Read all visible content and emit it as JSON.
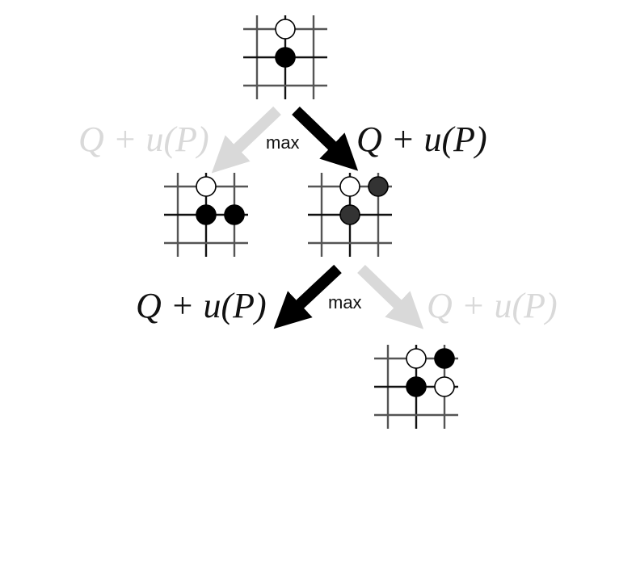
{
  "labels": {
    "formula": "Q + u(P)",
    "max": "max"
  },
  "colors": {
    "selected": "#000000",
    "unselected": "#d9d9d9",
    "grid_dark": "#111111",
    "grid_mid": "#555555",
    "stone_black": "#000000",
    "stone_dark": "#333333",
    "stone_white": "#ffffff"
  },
  "tree": {
    "root": {
      "stones": [
        {
          "col": 1,
          "row": 0,
          "color": "white"
        },
        {
          "col": 1,
          "row": 1,
          "color": "black"
        }
      ]
    },
    "level1": [
      {
        "selected": false,
        "stones": [
          {
            "col": 1,
            "row": 0,
            "color": "white"
          },
          {
            "col": 1,
            "row": 1,
            "color": "black"
          },
          {
            "col": 2,
            "row": 1,
            "color": "black"
          }
        ]
      },
      {
        "selected": true,
        "stones": [
          {
            "col": 1,
            "row": 0,
            "color": "white"
          },
          {
            "col": 2,
            "row": 0,
            "color": "dark"
          },
          {
            "col": 1,
            "row": 1,
            "color": "dark"
          }
        ]
      }
    ],
    "level2": [
      {
        "selected": true,
        "stones": []
      },
      {
        "selected": false,
        "stones": [
          {
            "col": 1,
            "row": 0,
            "color": "white"
          },
          {
            "col": 2,
            "row": 0,
            "color": "black"
          },
          {
            "col": 1,
            "row": 1,
            "color": "black"
          },
          {
            "col": 2,
            "row": 1,
            "color": "white"
          }
        ]
      }
    ]
  }
}
